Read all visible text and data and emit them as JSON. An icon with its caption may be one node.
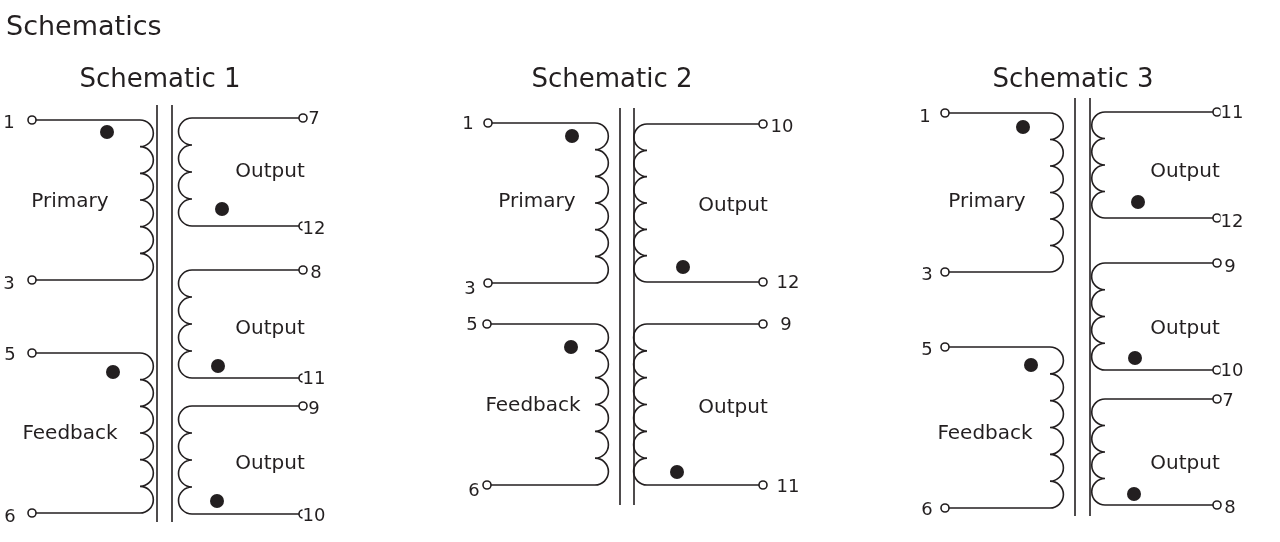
{
  "diagram": {
    "title": "Schematics",
    "labels": [
      "Schematic 1",
      "1",
      "7",
      "Primary",
      "Output",
      "12",
      "3",
      "8",
      "Output",
      "5",
      "11",
      "Feedback",
      "9",
      "Output",
      "6",
      "10",
      "Schematic 2",
      "1",
      "10",
      "Primary",
      "Output",
      "3",
      "12",
      "5",
      "9",
      "Feedback",
      "Output",
      "6",
      "11",
      "Schematic 3",
      "1",
      "11",
      "Output",
      "Primary",
      "12",
      "3",
      "9",
      "Output",
      "5",
      "10",
      "Feedback",
      "7",
      "Output",
      "6",
      "8"
    ]
  }
}
